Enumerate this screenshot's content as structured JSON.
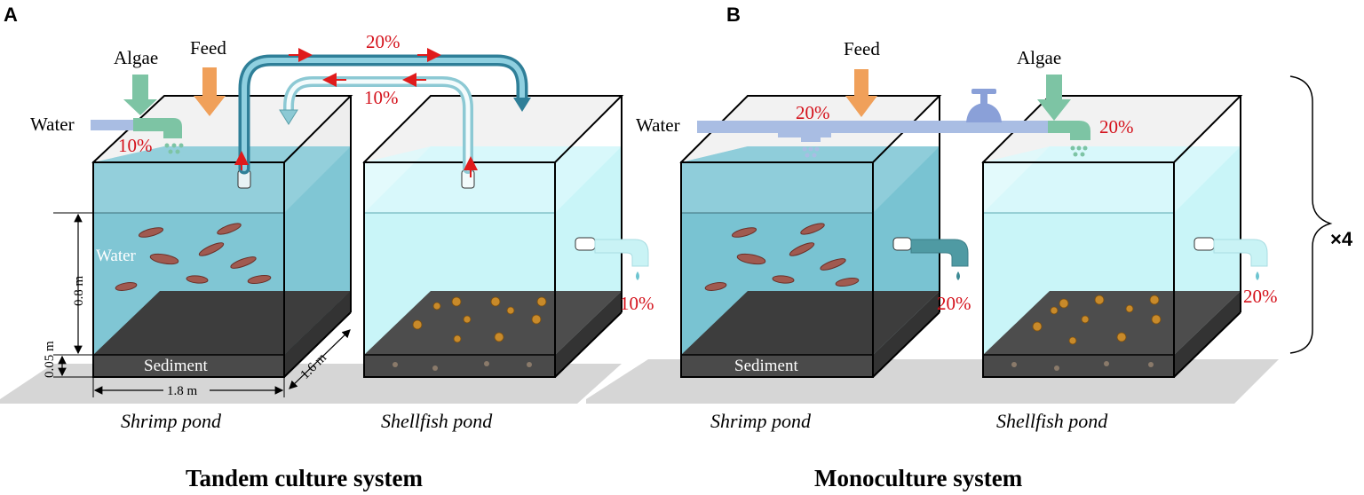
{
  "panels": {
    "a": {
      "letter": "A",
      "title": "Tandem culture system",
      "inputs": {
        "algae": "Algae",
        "feed": "Feed",
        "water": "Water",
        "water_pct": "10%"
      },
      "transfer": {
        "forward_pct": "20%",
        "return_pct": "10%"
      },
      "shrimp_pond": {
        "name": "Shrimp pond",
        "water_label": "Water",
        "sediment_label": "Sediment"
      },
      "shellfish_pond": {
        "name": "Shellfish pond",
        "drain_pct": "10%"
      },
      "dimensions": {
        "water_depth": "0.8 m",
        "sediment_depth": "0.05 m",
        "length": "1.8 m",
        "width": "1.6 m"
      }
    },
    "b": {
      "letter": "B",
      "title": "Monoculture system",
      "inputs": {
        "feed": "Feed",
        "algae": "Algae",
        "water": "Water",
        "shrimp_inflow_pct": "20%",
        "shellfish_inflow_pct": "20%"
      },
      "shrimp_pond": {
        "name": "Shrimp pond",
        "sediment_label": "Sediment",
        "drain_pct": "20%"
      },
      "shellfish_pond": {
        "name": "Shellfish pond",
        "drain_pct": "20%"
      },
      "replicates": "×4"
    }
  },
  "colors": {
    "shrimp_water": "#79c3d2",
    "shellfish_water": "#c9f5f8",
    "sediment": "#4a4a4a",
    "algae_arrow": "#7dc4a4",
    "feed_arrow": "#f0a05a",
    "water_pipe": "#a9bde3",
    "percent_text": "#d4101a"
  }
}
